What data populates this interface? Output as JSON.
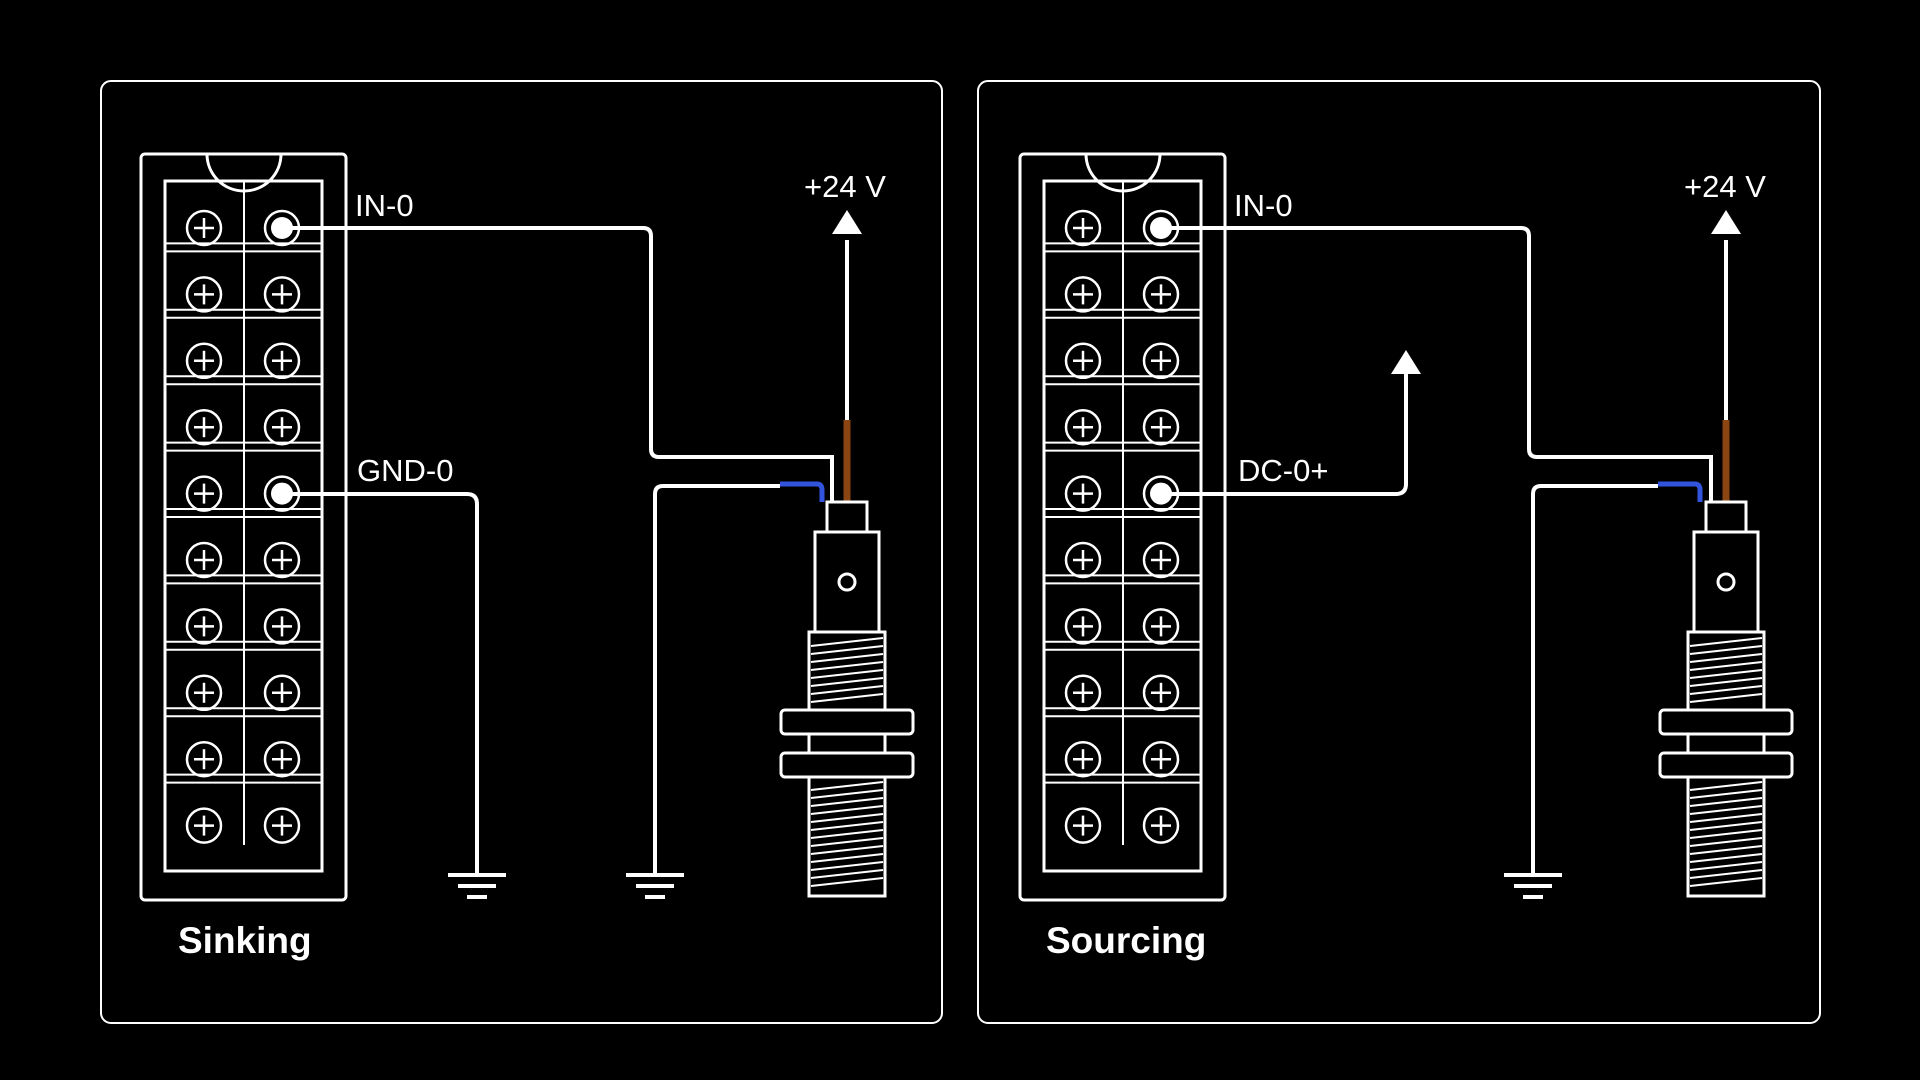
{
  "colors": {
    "background": "#000000",
    "line": "#ffffff",
    "wire_brown": "#8B4513",
    "wire_blue": "#3355dd"
  },
  "panels": [
    {
      "title": "Sinking",
      "labels": {
        "input": "IN-0",
        "second": "GND-0",
        "supply": "+24 V"
      },
      "terminal_rows": 10
    },
    {
      "title": "Sourcing",
      "labels": {
        "input": "IN-0",
        "second": "DC-0+",
        "supply": "+24 V"
      },
      "terminal_rows": 10
    }
  ],
  "icons": [
    "ground-icon",
    "supply-arrow-icon",
    "terminal-screw-icon",
    "proximity-sensor-icon"
  ]
}
